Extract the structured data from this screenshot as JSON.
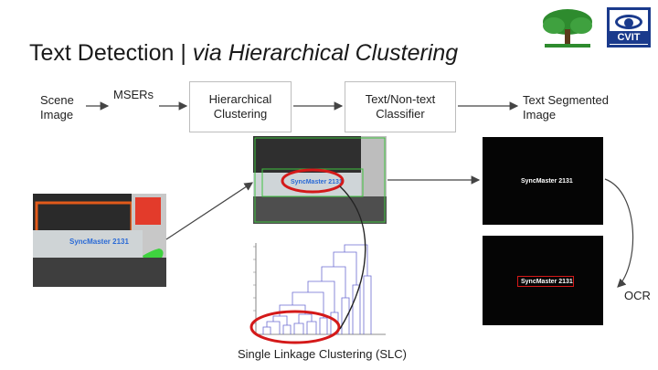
{
  "title": {
    "main": "Text Detection | ",
    "italic": "via Hierarchical Clustering"
  },
  "logos": {
    "left": "tree-logo",
    "right_text": "CVIT"
  },
  "pipeline": {
    "scene_image": "Scene Image",
    "msers": "MSERs",
    "hierarchical_clustering": "Hierarchical Clustering",
    "classifier": "Text/Non-text Classifier",
    "text_segmented": "Text Segmented Image"
  },
  "images": {
    "scene_text": "SyncMaster 2131",
    "cluster_text": "SyncMaster 2131",
    "seg_text": "SyncMaster 2131"
  },
  "caption": "Single Linkage Clustering (SLC)",
  "ocr_label": "OCR",
  "colors": {
    "highlight": "#d41919",
    "arrow": "#444444",
    "cvit_blue": "#1a3a8c",
    "tree_green": "#2e8b2e"
  }
}
